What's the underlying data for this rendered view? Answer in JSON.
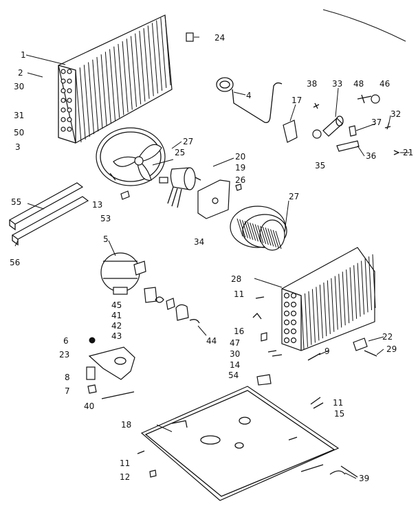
{
  "labels": {
    "l1": "1",
    "l2": "2",
    "l30a": "30",
    "l31": "31",
    "l50": "50",
    "l3": "3",
    "l24": "24",
    "l4": "4",
    "l38": "38",
    "l33": "33",
    "l48": "48",
    "l46": "46",
    "l17": "17",
    "l32": "32",
    "l37": "37",
    "l35": "35",
    "l36": "36",
    "l21": "21",
    "l27a": "27",
    "l25": "25",
    "l20": "20",
    "l19": "19",
    "l26": "26",
    "l13": "13",
    "l53": "53",
    "l34": "34",
    "l27b": "27",
    "l55": "55",
    "l56": "56",
    "l5": "5",
    "l45": "45",
    "l41": "41",
    "l42": "42",
    "l43": "43",
    "l44": "44",
    "l6": "6",
    "l23": "23",
    "l8": "8",
    "l7": "7",
    "l40": "40",
    "l28": "28",
    "l11a": "11",
    "l16": "16",
    "l47": "47",
    "l30b": "30",
    "l14": "14",
    "l9": "9",
    "l22": "22",
    "l29": "29",
    "l54": "54",
    "l11b": "11",
    "l15": "15",
    "l18": "18",
    "l11c": "11",
    "l12": "12",
    "l39": "39"
  }
}
